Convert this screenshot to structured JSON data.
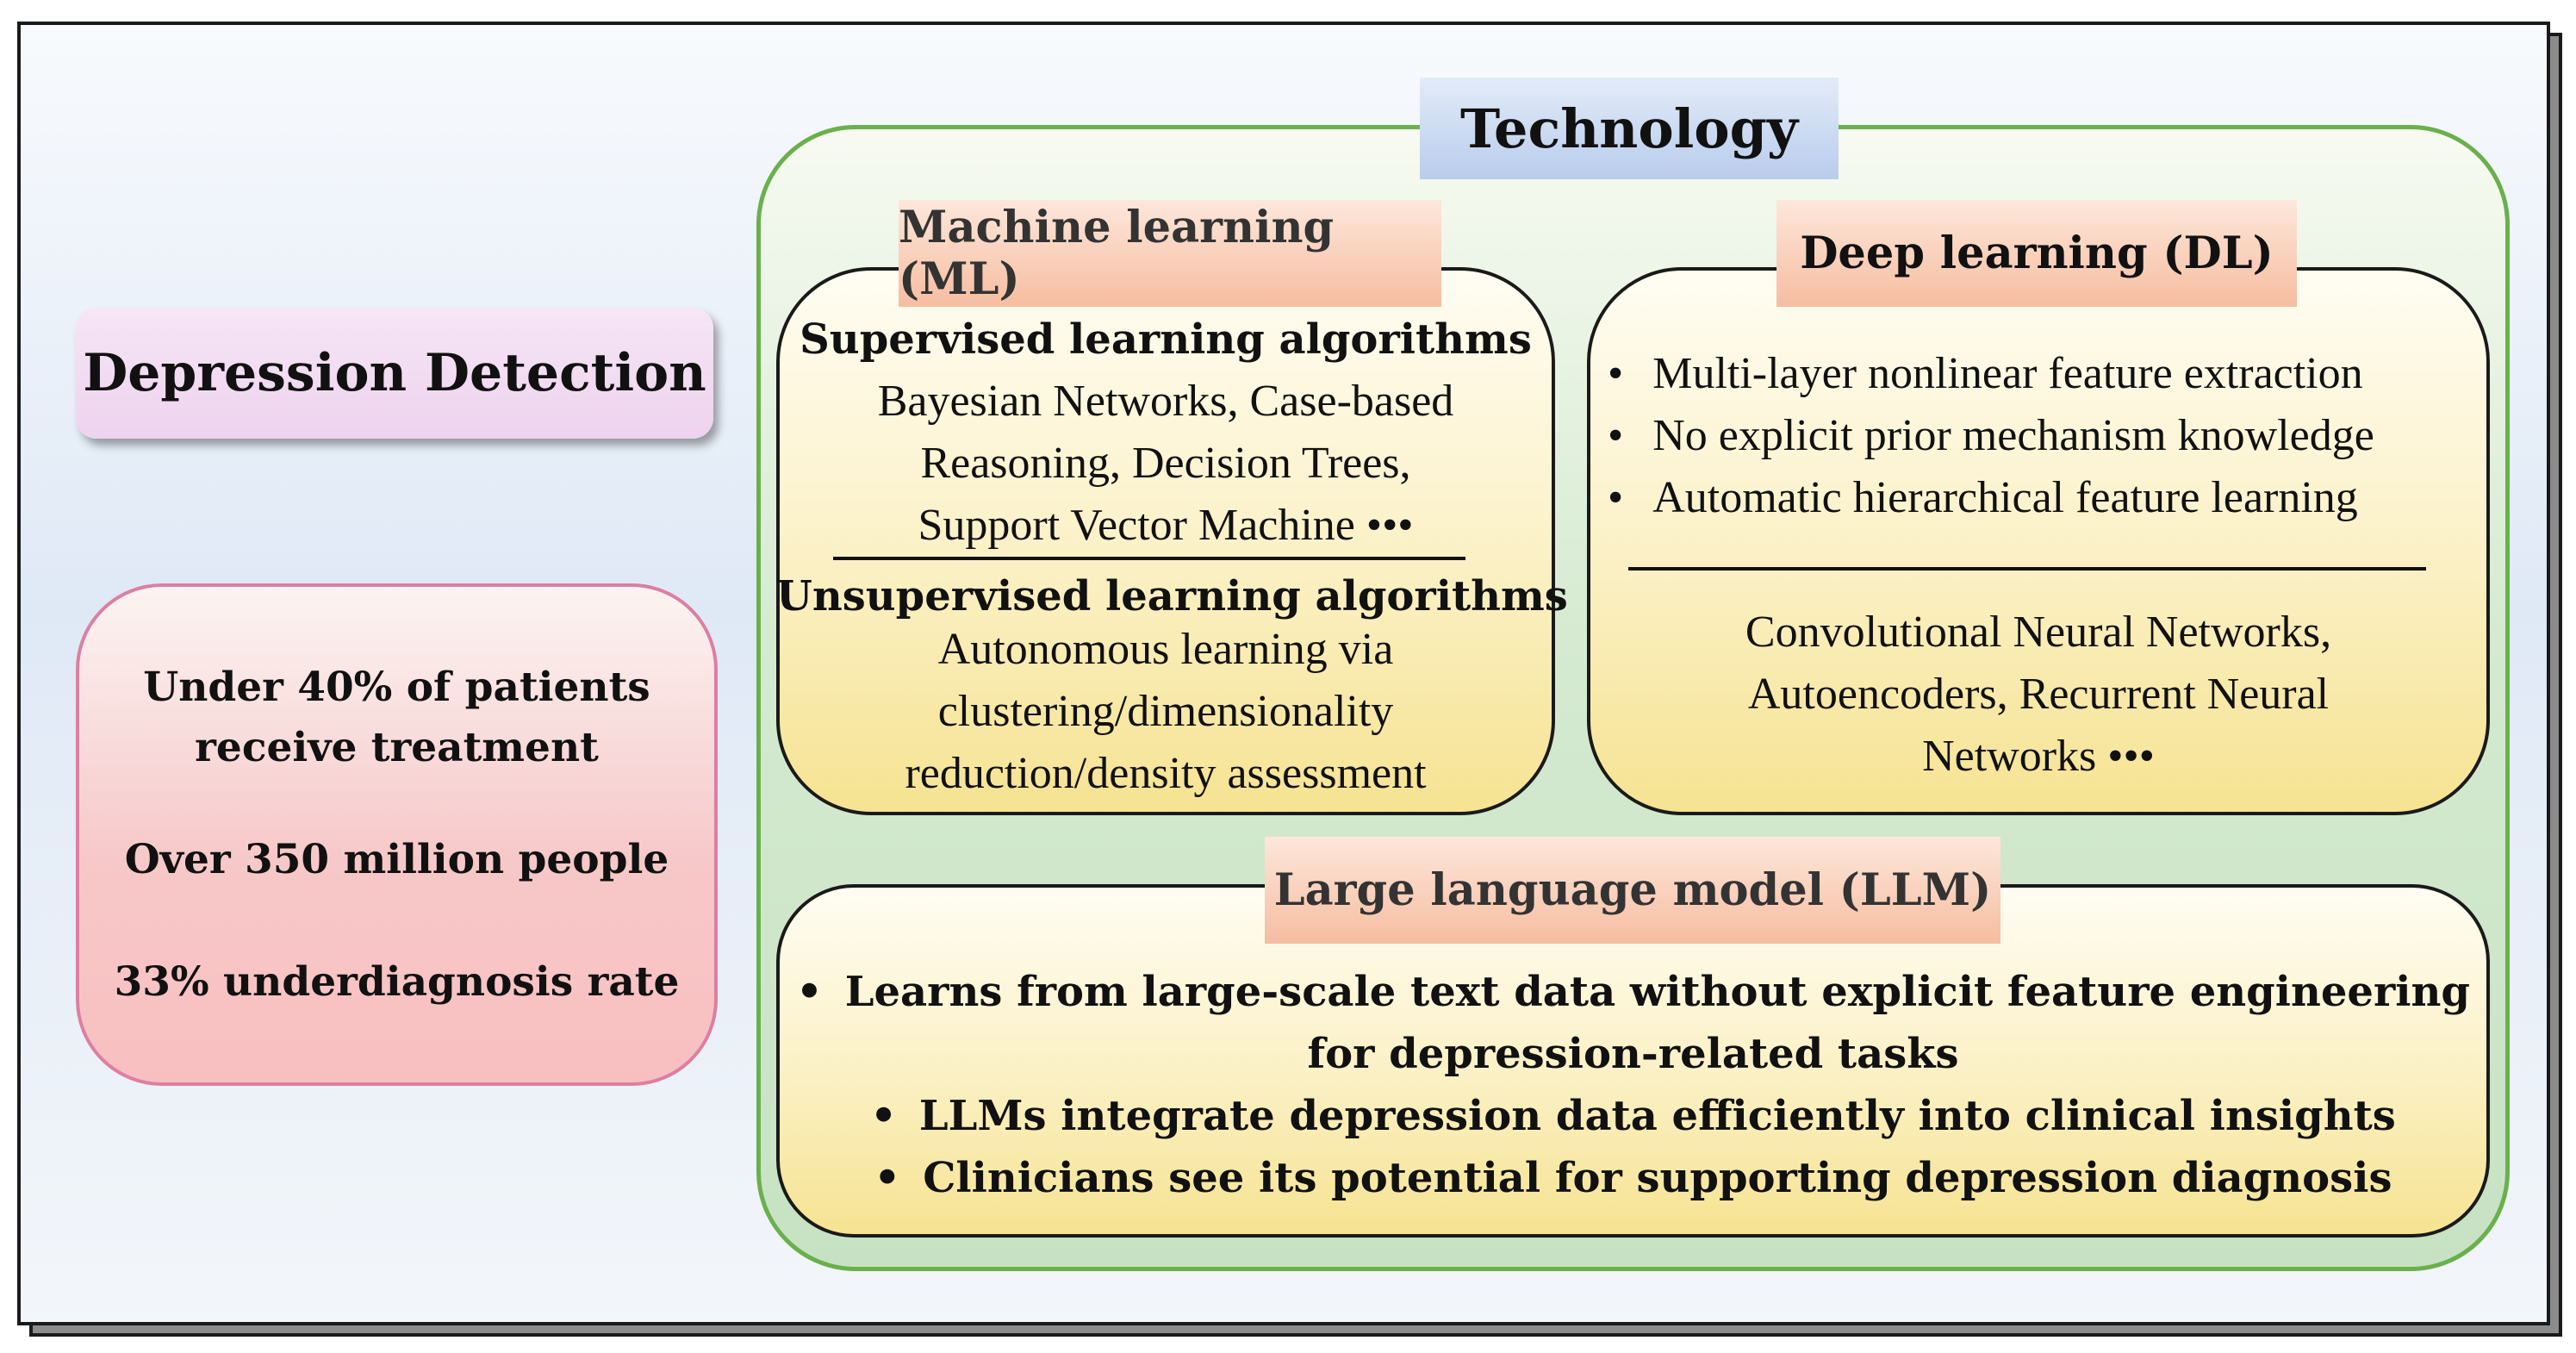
{
  "depression": {
    "title": "Depression Detection"
  },
  "stats": {
    "stat1": "Under 40% of patients receive treatment",
    "stat2": "Over 350 million people",
    "stat3": "33% underdiagnosis rate"
  },
  "technology": {
    "label": "Technology"
  },
  "ml": {
    "label": "Machine learning (ML)",
    "supervised_heading": "Supervised learning algorithms",
    "supervised_lines": [
      "Bayesian Networks, Case-based",
      "Reasoning, Decision Trees,",
      "Support Vector Machine •••"
    ],
    "unsupervised_heading": "Unsupervised learning algorithms",
    "unsupervised_lines": [
      "Autonomous learning via",
      "clustering/dimensionality",
      "reduction/density assessment"
    ]
  },
  "dl": {
    "label": "Deep learning (DL)",
    "bullets": [
      "Multi-layer nonlinear feature extraction",
      "No explicit prior mechanism knowledge",
      "Automatic hierarchical feature learning"
    ],
    "examples": [
      "Convolutional Neural Networks,",
      "Autoencoders, Recurrent Neural",
      "Networks •••"
    ]
  },
  "llm": {
    "label": "Large language model (LLM)",
    "bullet1_line1": "Learns from large-scale text data without explicit feature engineering",
    "bullet1_line2": "for depression-related tasks",
    "bullet2": "LLMs integrate depression data efficiently into clinical insights",
    "bullet3": "Clinicians see its potential for supporting depression diagnosis"
  },
  "colors": {
    "tech_border": "#6ab04c",
    "stats_border": "#dc7fa0",
    "label_peach": "#f6bda0",
    "label_blue": "#b8ccec",
    "box_yellow": "#f6e392"
  }
}
